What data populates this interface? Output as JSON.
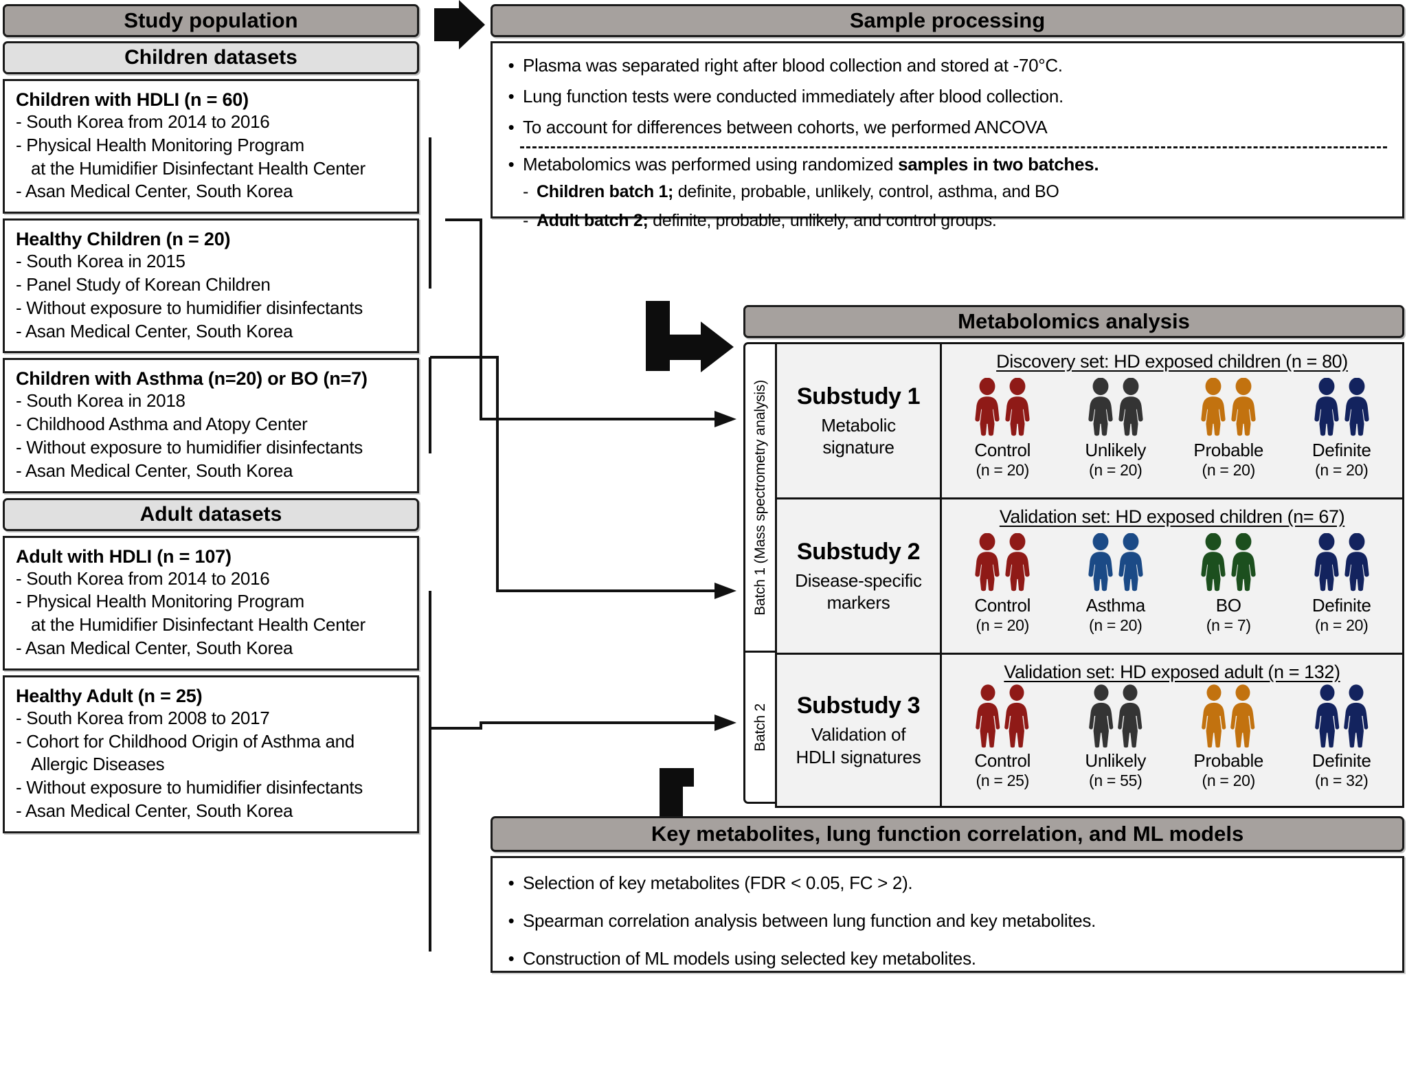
{
  "left": {
    "header": "Study population",
    "children_header": "Children datasets",
    "adult_header": "Adult datasets",
    "children_boxes": [
      {
        "title": "Children with HDLI (n = 60)",
        "lines": [
          "- South Korea from 2014 to 2016",
          "- Physical Health Monitoring Program",
          "at the Humidifier Disinfectant Health Center",
          "- Asan Medical Center, South Korea"
        ],
        "wrapped": [
          false,
          false,
          true,
          false
        ]
      },
      {
        "title": "Healthy Children (n = 20)",
        "lines": [
          "- South Korea in 2015",
          "- Panel Study of Korean Children",
          "- Without exposure to humidifier disinfectants",
          "- Asan Medical Center, South Korea"
        ],
        "wrapped": [
          false,
          false,
          false,
          false
        ]
      },
      {
        "title": "Children with Asthma (n=20) or BO (n=7)",
        "lines": [
          "- South Korea in 2018",
          "- Childhood Asthma and Atopy Center",
          "- Without exposure to humidifier disinfectants",
          "- Asan Medical Center, South Korea"
        ],
        "wrapped": [
          false,
          false,
          false,
          false
        ]
      }
    ],
    "adult_boxes": [
      {
        "title": "Adult with HDLI (n = 107)",
        "lines": [
          "- South Korea from 2014 to 2016",
          "- Physical Health Monitoring Program",
          "at the Humidifier Disinfectant Health Center",
          "- Asan Medical Center, South Korea"
        ],
        "wrapped": [
          false,
          false,
          true,
          false
        ]
      },
      {
        "title": "Healthy Adult (n = 25)",
        "lines": [
          "- South Korea from 2008 to 2017",
          "- Cohort for Childhood Origin of Asthma and",
          "Allergic Diseases",
          "- Without exposure to humidifier disinfectants",
          "- Asan Medical Center, South Korea"
        ],
        "wrapped": [
          false,
          false,
          true,
          false,
          false
        ]
      }
    ]
  },
  "sample_processing": {
    "header": "Sample processing",
    "bullets": [
      "Plasma was separated right after blood collection and stored at -70°C.",
      "Lung function tests were conducted immediately after blood collection.",
      "To account for differences between cohorts, we performed ANCOVA"
    ],
    "bullet_last_plain": "Metabolomics was performed using randomized ",
    "bullet_last_bold": "samples in two batches.",
    "sub_bullets": [
      {
        "bold": "Children batch 1;",
        "rest": " definite, probable, unlikely, control, asthma, and BO"
      },
      {
        "bold": "Adult batch 2;",
        "rest": " definite, probable, unlikely, and control groups."
      }
    ]
  },
  "metabolomics": {
    "header": "Metabolomics analysis",
    "batch1_label": "Batch 1 (Mass spectrometry analysis)",
    "batch2_label": "Batch 2",
    "substudies": [
      {
        "title": "Substudy 1",
        "desc_line1": "Metabolic",
        "desc_line2": "signature",
        "set_title": "Discovery set: HD exposed children (n = 80)",
        "figure": "child",
        "groups": [
          {
            "label": "Control",
            "n": "(n = 20)",
            "color": "#8f1a17"
          },
          {
            "label": "Unlikely",
            "n": "(n = 20)",
            "color": "#343434"
          },
          {
            "label": "Probable",
            "n": "(n = 20)",
            "color": "#c2720f"
          },
          {
            "label": "Definite",
            "n": "(n = 20)",
            "color": "#13235e"
          }
        ]
      },
      {
        "title": "Substudy 2",
        "desc_line1": "Disease-specific",
        "desc_line2": "markers",
        "set_title": "Validation set: HD exposed children (n= 67)",
        "figure": "child",
        "groups": [
          {
            "label": "Control",
            "n": "(n = 20)",
            "color": "#8f1a17"
          },
          {
            "label": "Asthma",
            "n": "(n = 20)",
            "color": "#1b4a86"
          },
          {
            "label": "BO",
            "n": "(n = 7)",
            "color": "#1c4f1e"
          },
          {
            "label": "Definite",
            "n": "(n = 20)",
            "color": "#13235e"
          }
        ]
      },
      {
        "title": "Substudy 3",
        "desc_line1": "Validation of",
        "desc_line2": "HDLI signatures",
        "set_title": "Validation set: HD exposed adult (n = 132)",
        "figure": "adult",
        "groups": [
          {
            "label": "Control",
            "n": "(n = 25)",
            "color": "#8f1a17"
          },
          {
            "label": "Unlikely",
            "n": "(n = 55)",
            "color": "#343434"
          },
          {
            "label": "Probable",
            "n": "(n = 20)",
            "color": "#c2720f"
          },
          {
            "label": "Definite",
            "n": "(n = 32)",
            "color": "#13235e"
          }
        ]
      }
    ]
  },
  "key_metabolites": {
    "header": "Key metabolites, lung function correlation, and ML models",
    "bullets": [
      "Selection of key metabolites (FDR < 0.05, FC > 2).",
      "Spearman correlation analysis between lung function and key metabolites.",
      "Construction of ML models using selected key metabolites."
    ]
  },
  "colors": {
    "header_dark": "#a6a19e",
    "header_light": "#e0e0e0",
    "panel_bg": "#f2f2f2",
    "outline": "#1a1a1a"
  }
}
